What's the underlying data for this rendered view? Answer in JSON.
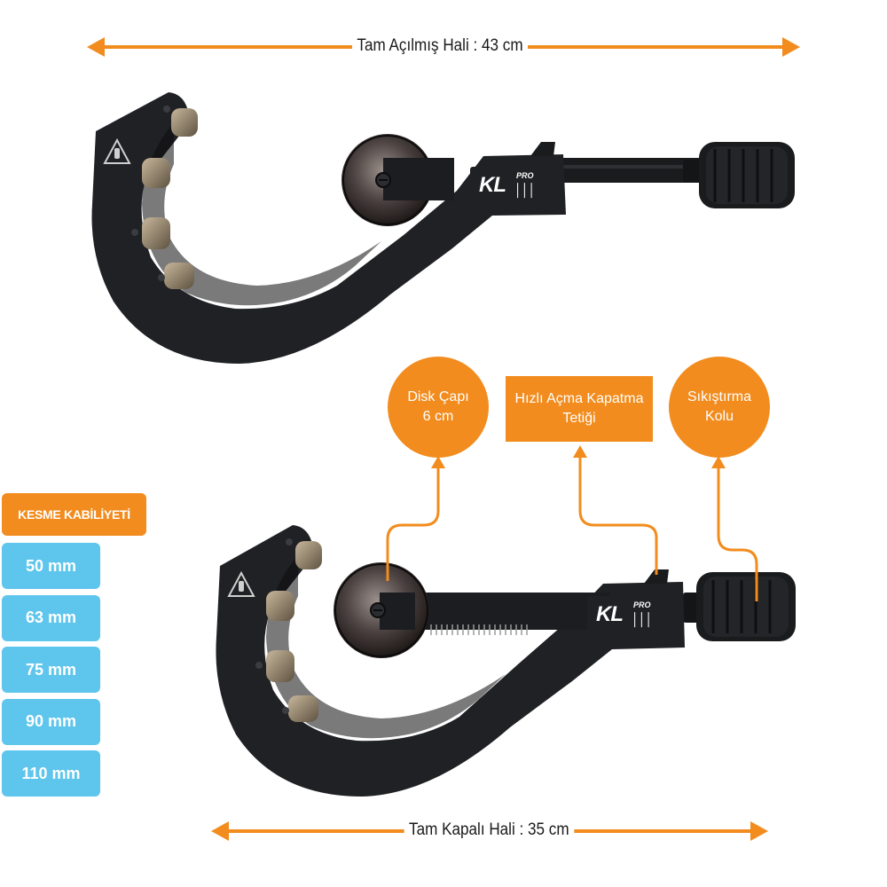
{
  "dimensions": {
    "open_label": "Tam Açılmış Hali : 43 cm",
    "closed_label": "Tam Kapalı Hali : 35 cm"
  },
  "brand": {
    "logo_text": "KL",
    "logo_suffix": "PRO"
  },
  "callouts": {
    "disk_line1": "Disk Çapı",
    "disk_line2": "6 cm",
    "trigger_line1": "Hızlı Açma Kapatma",
    "trigger_line2": "Tetiği",
    "lever_line1": "Sıkıştırma",
    "lever_line2": "Kolu"
  },
  "capability": {
    "header": "KESME KABİLİYETİ",
    "sizes": [
      "50 mm",
      "63 mm",
      "75 mm",
      "90 mm",
      "110 mm"
    ]
  },
  "colors": {
    "accent_orange": "#f28c1e",
    "size_blue": "#5ec5ec",
    "tool_body": "#1f2124"
  }
}
